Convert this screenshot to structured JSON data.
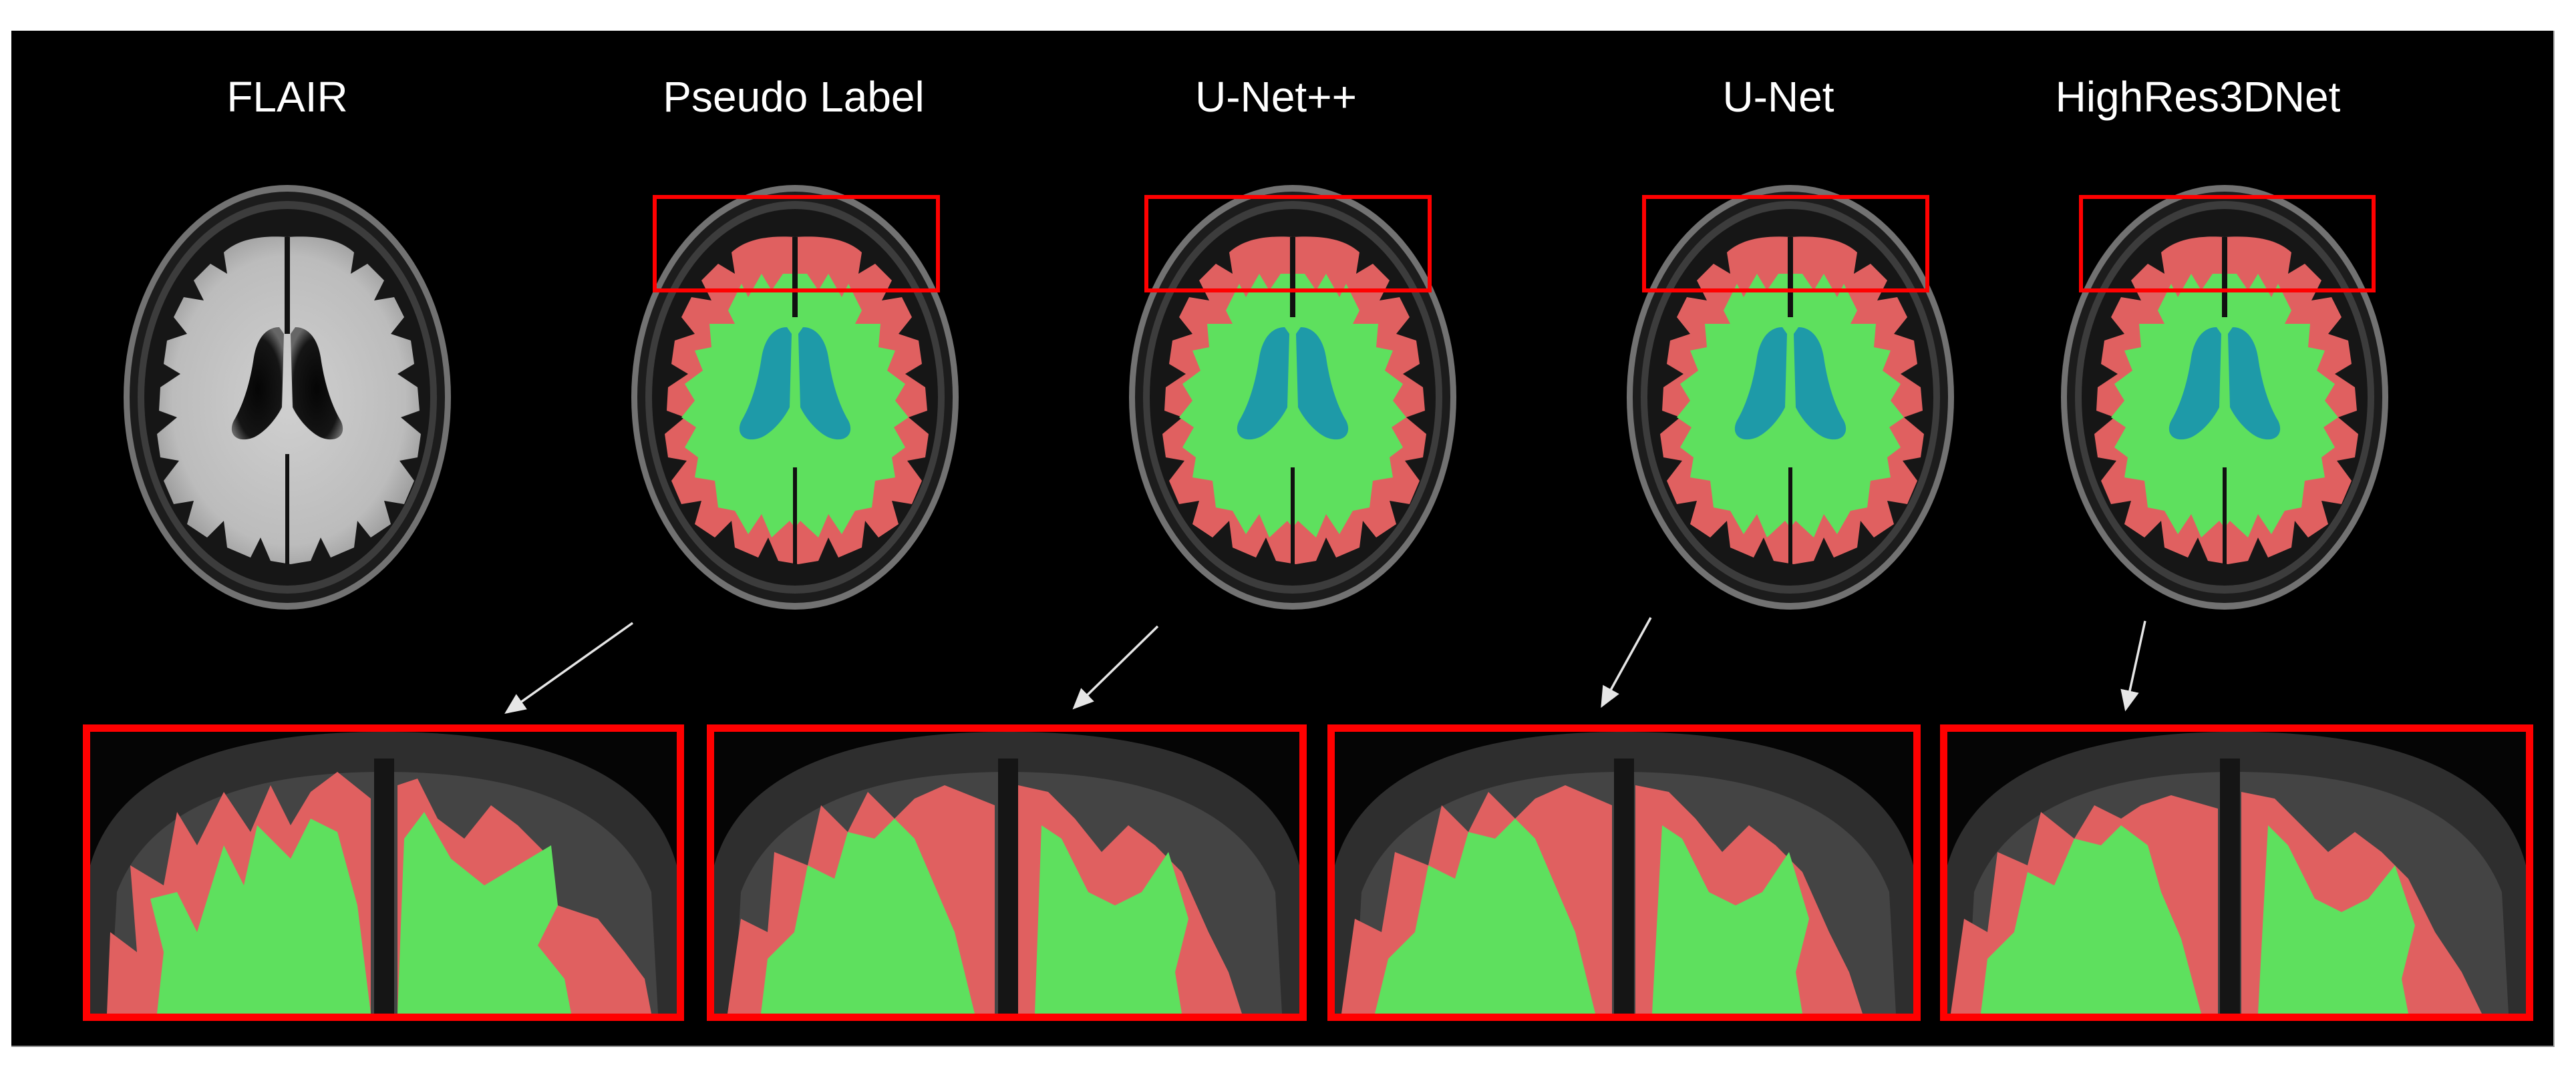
{
  "figure": {
    "background": "#000000",
    "columns": [
      {
        "id": "flair",
        "title": "FLAIR",
        "overlay": false
      },
      {
        "id": "pseudo_label",
        "title": "Pseudo Label",
        "overlay": true
      },
      {
        "id": "unetpp",
        "title": "U-Net++",
        "overlay": true
      },
      {
        "id": "unet",
        "title": "U-Net",
        "overlay": true
      },
      {
        "id": "highres3dnet",
        "title": "HighRes3DNet",
        "overlay": true
      }
    ],
    "zoom_panels": [
      {
        "source": "Pseudo Label"
      },
      {
        "source": "U-Net++"
      },
      {
        "source": "U-Net"
      },
      {
        "source": "HighRes3DNet"
      }
    ],
    "colors": {
      "gray_matter_overlay": "#e06060",
      "white_matter_overlay": "#5ee05e",
      "csf_ventricle_overlay": "#1e9aa8",
      "zoom_box": "#ff0000",
      "arrow": "#e6e6e6",
      "title_text": "#ffffff"
    }
  }
}
